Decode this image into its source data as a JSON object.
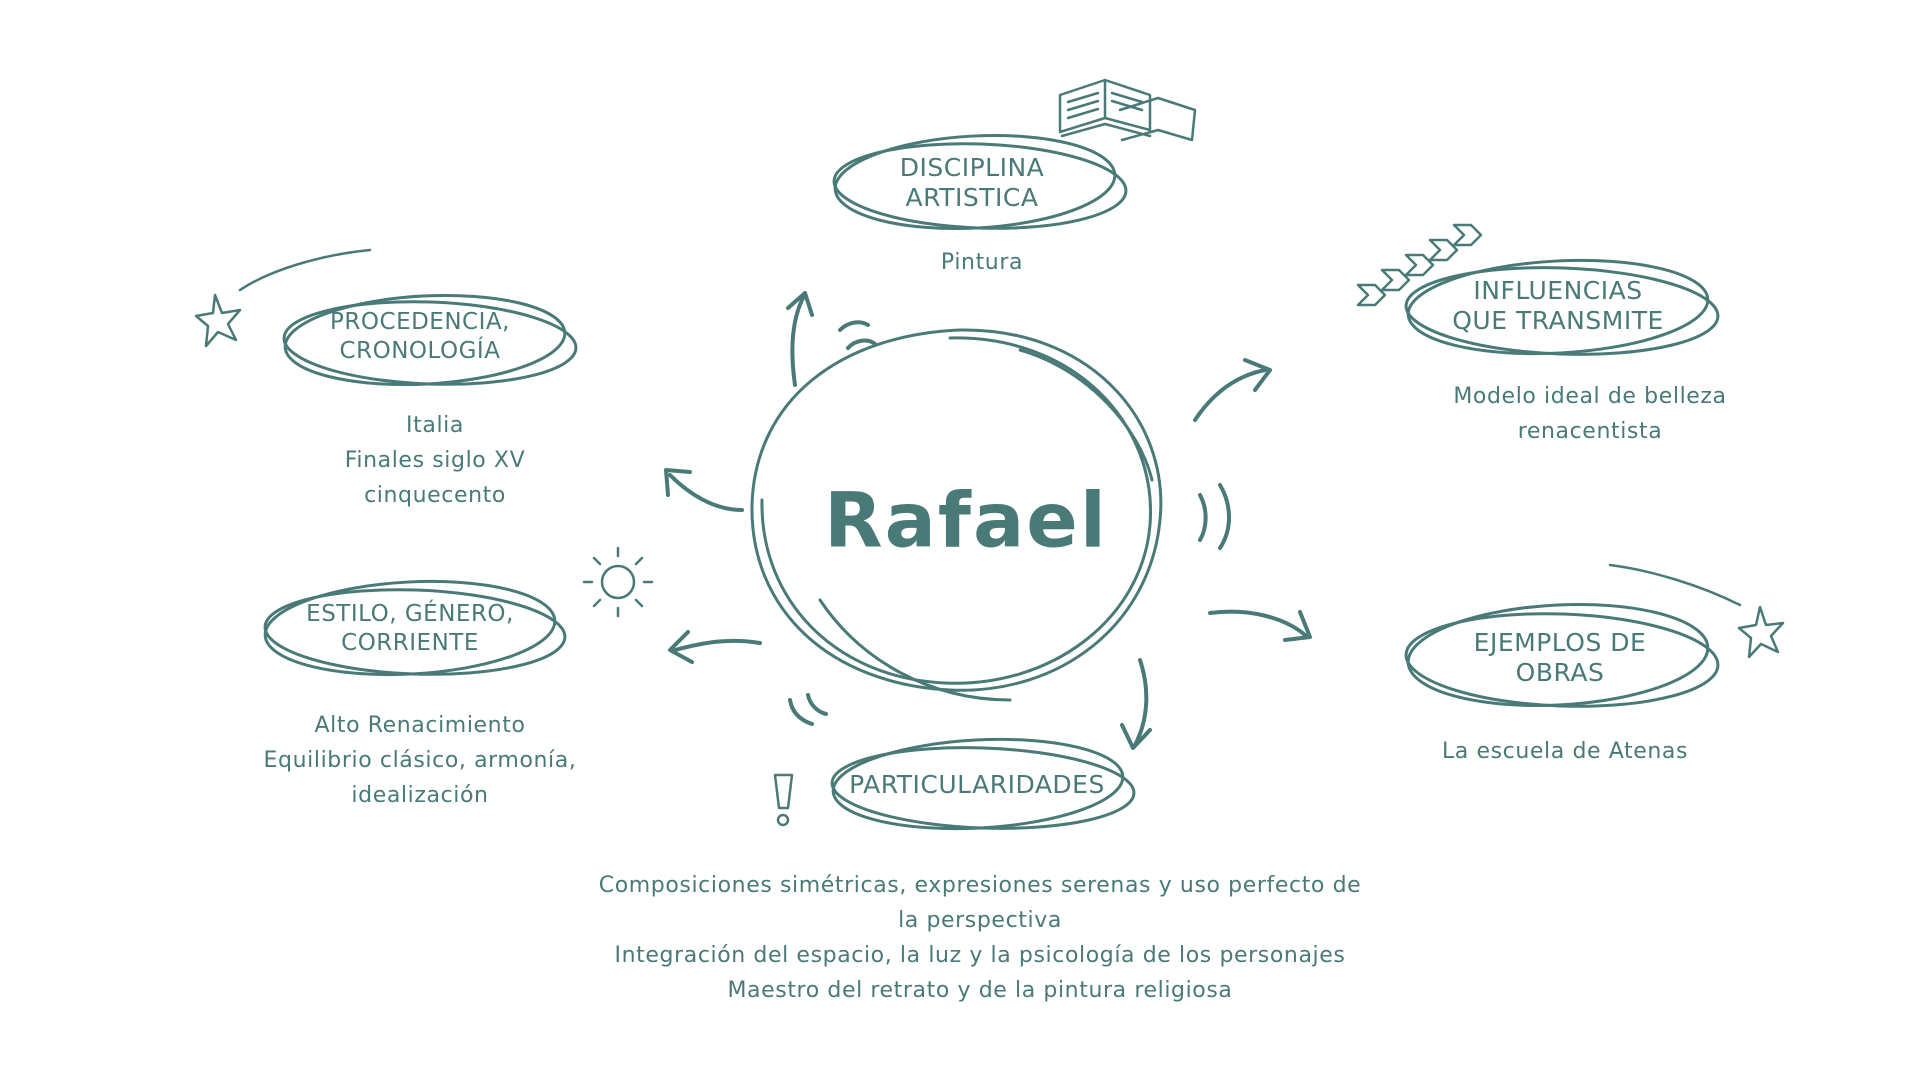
{
  "center": {
    "title": "Rafael"
  },
  "nodes": {
    "disciplina": {
      "label": "DISCIPLINA\nARTISTICA",
      "details": [
        "Pintura"
      ]
    },
    "procedencia": {
      "label": "PROCEDENCIA,\nCRONOLOGÍA",
      "details": [
        "Italia",
        "Finales siglo XV",
        "cinquecento"
      ]
    },
    "influencias": {
      "label": "INFLUENCIAS\nQUE TRANSMITE",
      "details": [
        "Modelo ideal de belleza",
        "renacentista"
      ]
    },
    "estilo": {
      "label": "ESTILO, GÉNERO,\nCORRIENTE",
      "details": [
        "Alto Renacimiento",
        "Equilibrio clásico, armonía,",
        "idealización"
      ]
    },
    "ejemplos": {
      "label": "EJEMPLOS DE\nOBRAS",
      "details": [
        "La escuela de Atenas"
      ]
    },
    "particularidades": {
      "label": "PARTICULARIDADES",
      "details": [
        "Composiciones simétricas, expresiones serenas y uso perfecto de",
        "la perspectiva",
        "Integración del espacio, la luz y la psicología de los personajes",
        "Maestro del retrato y de la pintura religiosa"
      ]
    }
  },
  "decorations": [
    "book-icon",
    "star-icon",
    "sun-icon",
    "exclamation-icon",
    "chevrons-icon"
  ],
  "colors": {
    "ink": "#4a7a78",
    "background": "#ffffff"
  }
}
